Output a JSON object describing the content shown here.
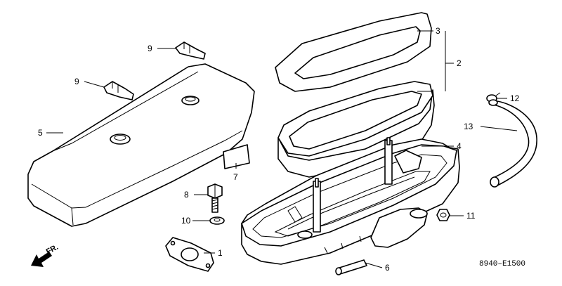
{
  "diagram_code": "8940–E1500",
  "front_arrow_label": "FR.",
  "callouts": {
    "c1": "1",
    "c2": "2",
    "c3": "3",
    "c4": "4",
    "c5": "5",
    "c6": "6",
    "c7": "7",
    "c8": "8",
    "c9a": "9",
    "c9b": "9",
    "c10": "10",
    "c11": "11",
    "c12": "12",
    "c13": "13"
  }
}
